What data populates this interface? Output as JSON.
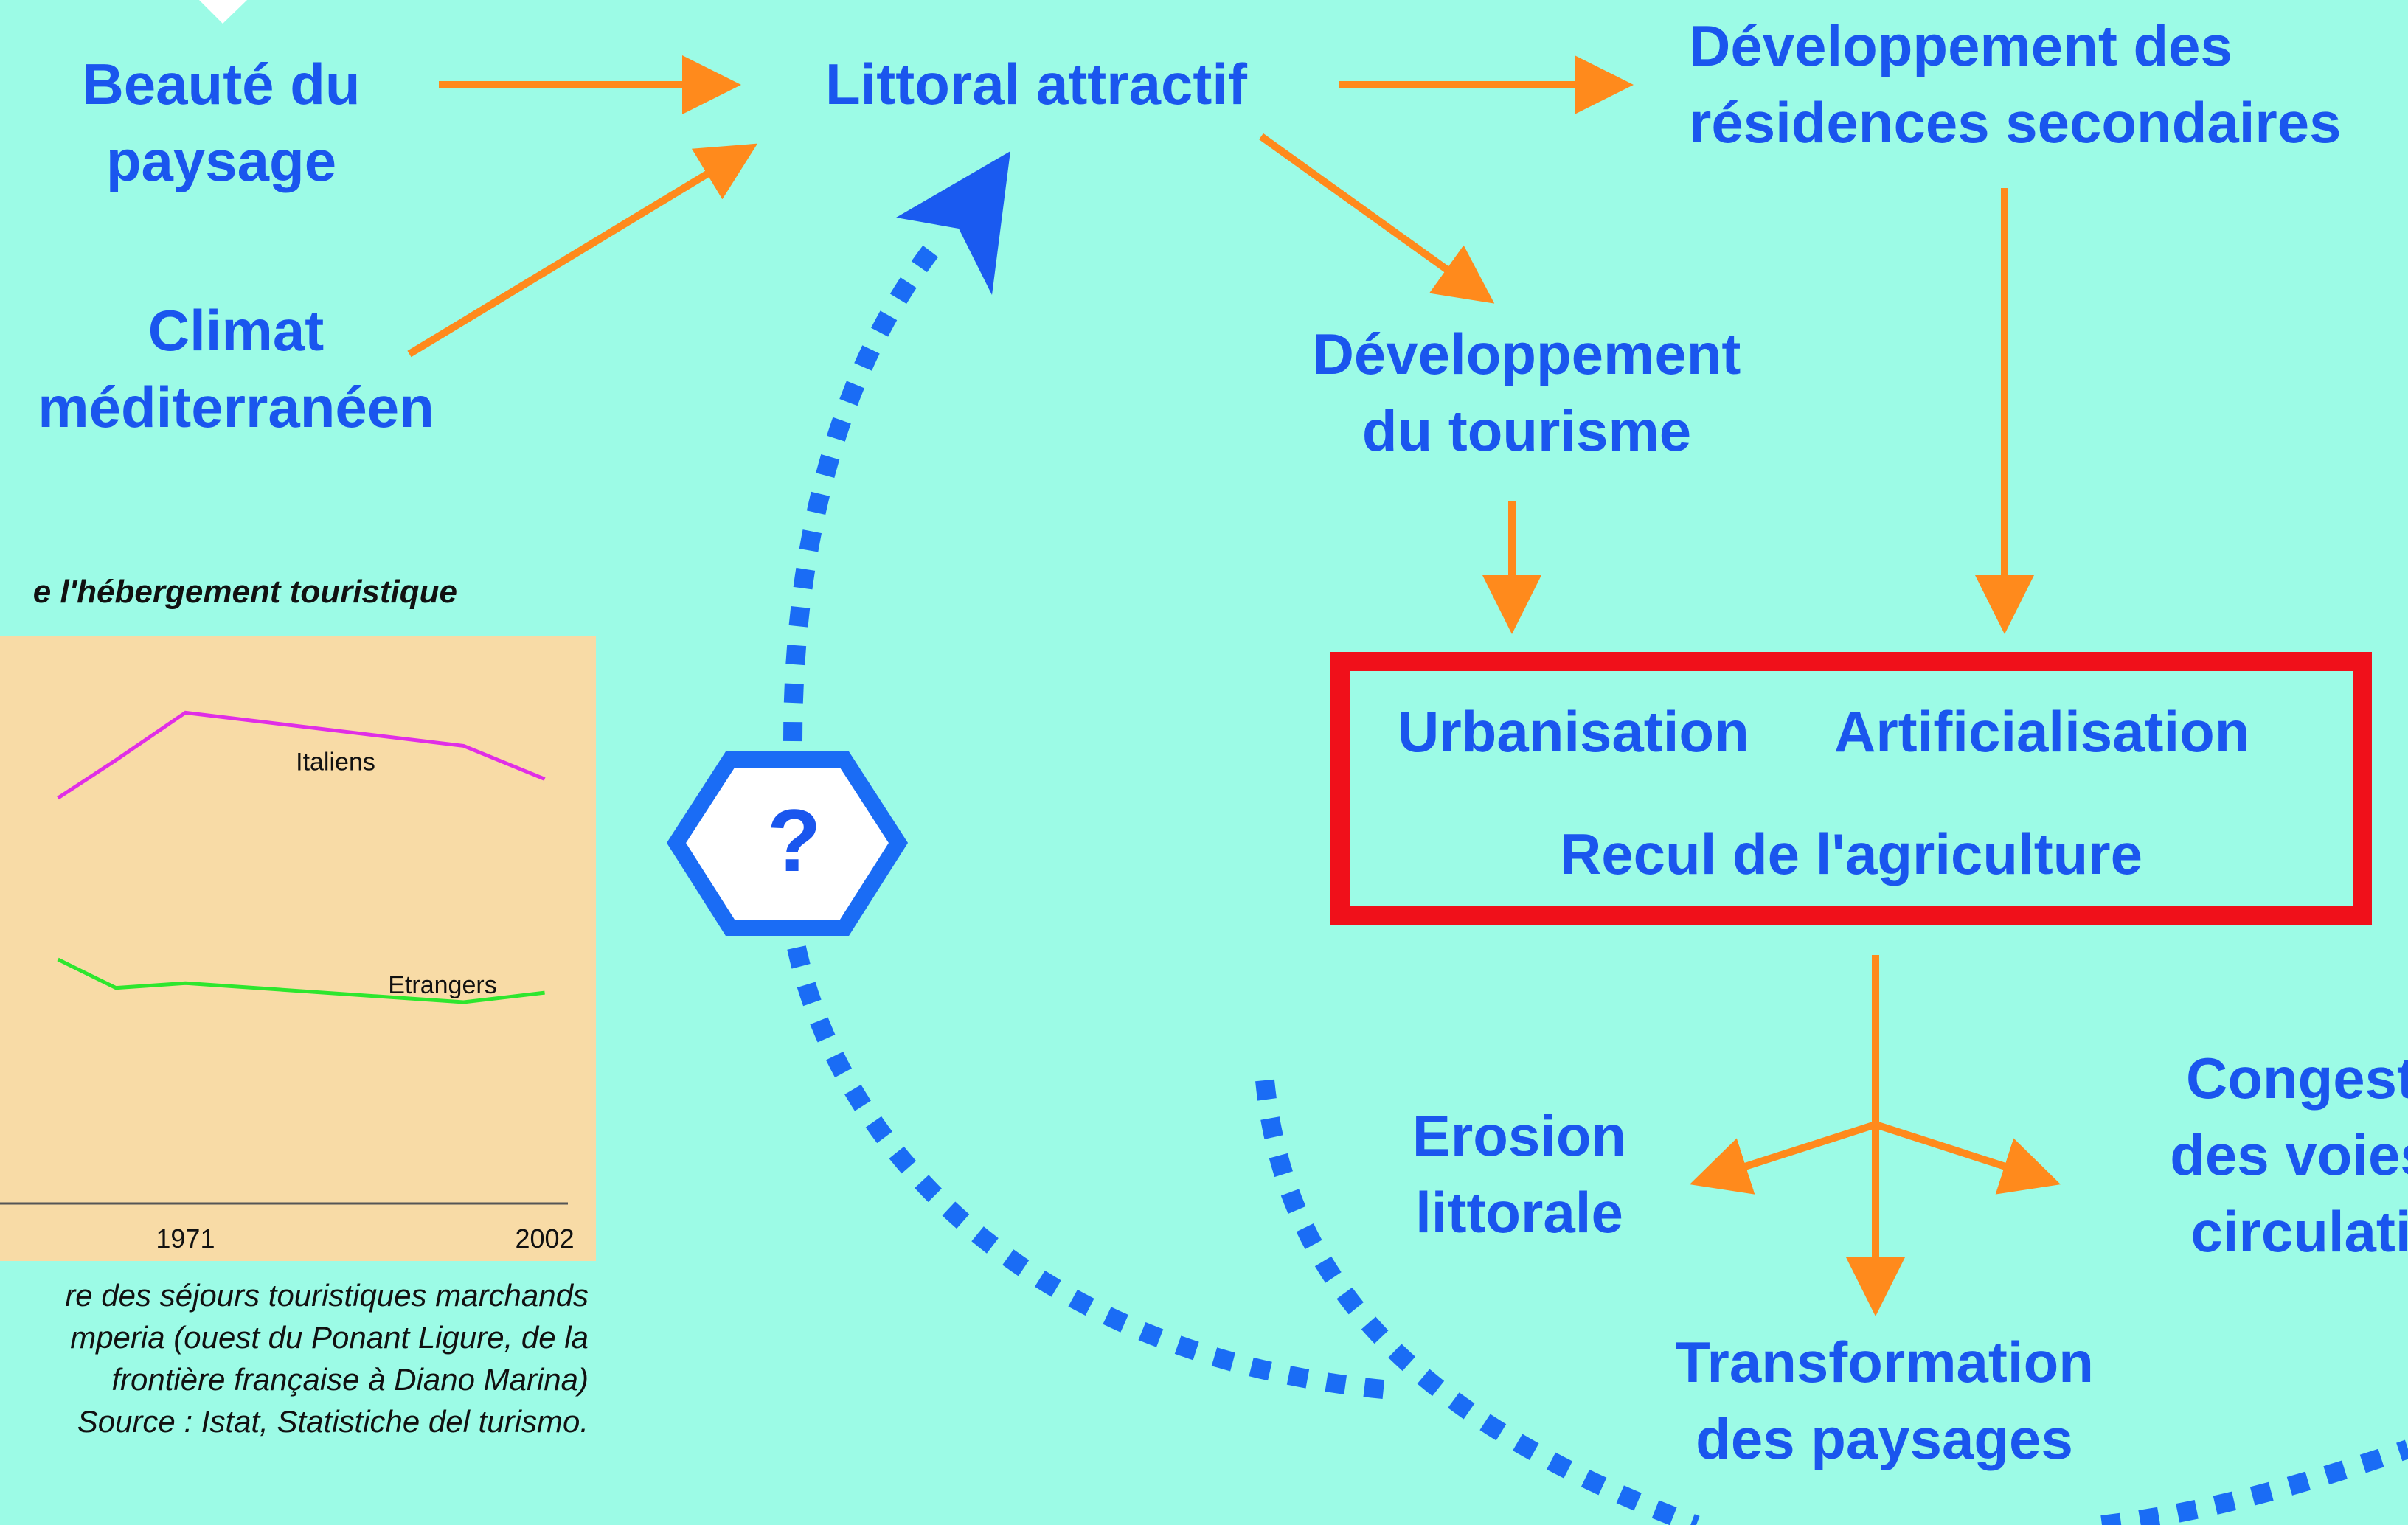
{
  "diagram": {
    "nodes": {
      "beaute": [
        "Beauté du",
        "paysage"
      ],
      "climat": [
        "Climat",
        "méditerranéen"
      ],
      "littoral": [
        "Littoral attractif"
      ],
      "residences": [
        "Développement des",
        "résidences secondaires"
      ],
      "tourisme": [
        "Développement",
        "du tourisme"
      ],
      "urbanisation": "Urbanisation",
      "artificialisation": "Artificialisation",
      "recul": "Recul de l'agriculture",
      "erosion": [
        "Erosion",
        "littorale"
      ],
      "congestion": [
        "Congest",
        "des voies",
        "circulati"
      ],
      "transformation": [
        "Transformation",
        "des paysages"
      ]
    },
    "question_mark": "?",
    "colors": {
      "background": "#9cfbe6",
      "text": "#1a56ee",
      "arrow": "#ff8a1c",
      "box": "#f0101a",
      "feedback": "#1a6cf5"
    }
  },
  "chart": {
    "title": "e l'hébergement touristique",
    "caption": [
      "re des séjours touristiques marchands",
      "mperia (ouest du Ponant Ligure, de la",
      "frontière française à Diano Marina)",
      "Source : Istat, Statistiche del turismo."
    ]
  },
  "chart_data": {
    "type": "line",
    "title": "e l'hébergement touristique",
    "x": [
      1960,
      1965,
      1971,
      1995,
      2002
    ],
    "x_tick_labels": [
      "1971",
      "2002"
    ],
    "series": [
      {
        "name": "Italiens",
        "color": "#e02ee6",
        "values": [
          0.82,
          0.9,
          1.0,
          0.93,
          0.86
        ]
      },
      {
        "name": "Etrangers",
        "color": "#2ee62e",
        "values": [
          0.48,
          0.42,
          0.43,
          0.39,
          0.41
        ]
      }
    ],
    "ylim": [
      0,
      1.1
    ],
    "xlim": [
      1955,
      2004
    ]
  }
}
